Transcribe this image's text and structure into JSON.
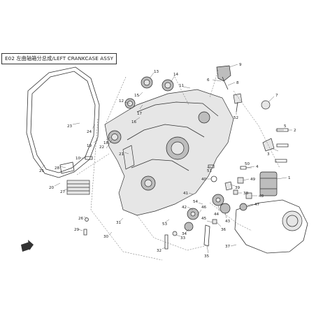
{
  "header": {
    "title": "E02 左曲轴箱分总成/LEFT CRANKCASE ASSY"
  },
  "callouts": [
    {
      "n": "1"
    },
    {
      "n": "2"
    },
    {
      "n": "3"
    },
    {
      "n": "4"
    },
    {
      "n": "5"
    },
    {
      "n": "6"
    },
    {
      "n": "7"
    },
    {
      "n": "8"
    },
    {
      "n": "9"
    },
    {
      "n": "10"
    },
    {
      "n": "11"
    },
    {
      "n": "12"
    },
    {
      "n": "13"
    },
    {
      "n": "14"
    },
    {
      "n": "15"
    },
    {
      "n": "16"
    },
    {
      "n": "17"
    },
    {
      "n": "18"
    },
    {
      "n": "19"
    },
    {
      "n": "20"
    },
    {
      "n": "21"
    },
    {
      "n": "22"
    },
    {
      "n": "23"
    },
    {
      "n": "24"
    },
    {
      "n": "25"
    },
    {
      "n": "26"
    },
    {
      "n": "27"
    },
    {
      "n": "28"
    },
    {
      "n": "29"
    },
    {
      "n": "30"
    },
    {
      "n": "31"
    },
    {
      "n": "32"
    },
    {
      "n": "33"
    },
    {
      "n": "34"
    },
    {
      "n": "35"
    },
    {
      "n": "36"
    },
    {
      "n": "37"
    },
    {
      "n": "38"
    },
    {
      "n": "39"
    },
    {
      "n": "40"
    },
    {
      "n": "41"
    },
    {
      "n": "42"
    },
    {
      "n": "43"
    },
    {
      "n": "44"
    },
    {
      "n": "45"
    },
    {
      "n": "46"
    },
    {
      "n": "47"
    },
    {
      "n": "48"
    },
    {
      "n": "49"
    },
    {
      "n": "50"
    },
    {
      "n": "51"
    },
    {
      "n": "52"
    },
    {
      "n": "53"
    },
    {
      "n": "54"
    }
  ]
}
